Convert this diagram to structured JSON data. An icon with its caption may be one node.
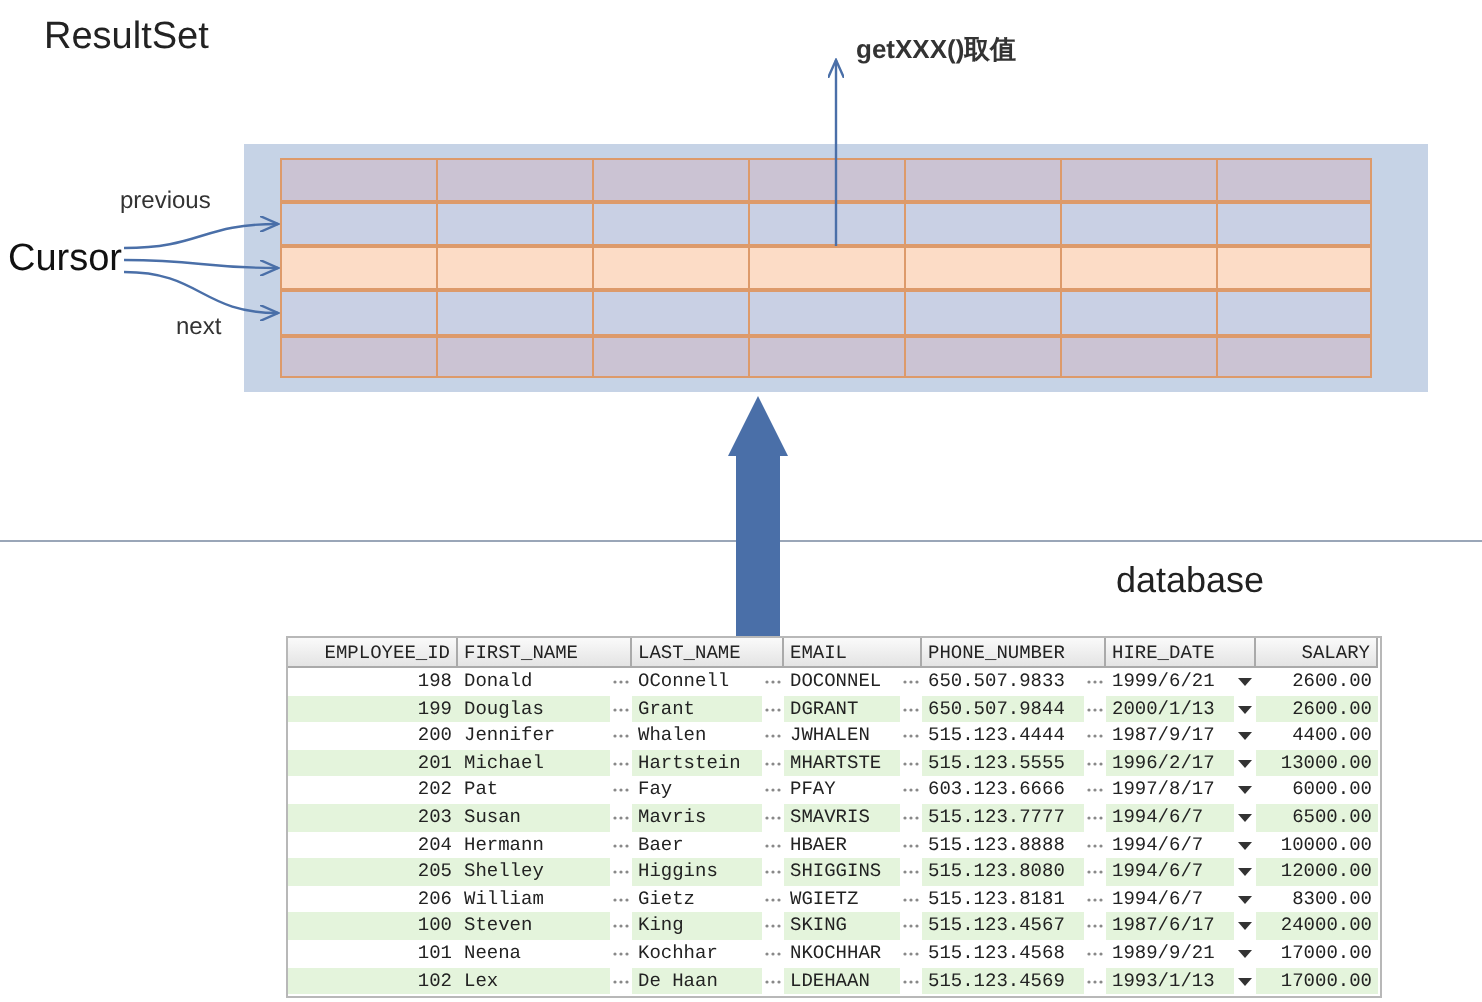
{
  "diagram": {
    "nodes": [
      {
        "text": [
          "ResultSet"
        ]
      },
      {
        "text": [],
        "shape": "bar",
        "in": 0
      },
      {
        "text": [],
        "shape": "bar",
        "in": 0
      },
      {
        "text": [],
        "shape": "bar",
        "in": 0
      },
      {
        "text": [],
        "shape": "bar",
        "in": 0
      },
      {
        "text": [],
        "shape": "bar",
        "in": 0
      },
      {
        "text": [
          "Cursor"
        ]
      },
      {
        "text": [],
        "shape": "table",
        "beside": [
          "database"
        ]
      }
    ],
    "edges": [
      {
        "from": 6,
        "to": 2,
        "arrow": "to",
        "label": "previous"
      },
      {
        "from": 6,
        "to": 3,
        "arrow": "to"
      },
      {
        "from": 6,
        "to": 4,
        "arrow": "to",
        "label": "next"
      },
      {
        "from": 3,
        "to": null,
        "arrow": "to",
        "label": "getXXX()取值"
      },
      {
        "from": 7,
        "to": 0,
        "arrow": "to",
        "style": "thick"
      }
    ],
    "labels": [
      "EMPLOYEE_ID",
      "FIRST_NAME",
      "LAST_NAME",
      "EMAIL",
      "PHONE_NUMBER",
      "HIRE_DATE",
      "SALARY",
      "198",
      "Donald",
      "OConnell",
      "DOCONNEL",
      "650.507.9833",
      "1999/6/21",
      "2600.00",
      "199",
      "Douglas",
      "Grant",
      "DGRANT",
      "650.507.9844",
      "2000/1/13",
      "2600.00",
      "200",
      "Jennifer",
      "Whalen",
      "JWHALEN",
      "515.123.4444",
      "1987/9/17",
      "4400.00",
      "201",
      "Michael",
      "Hartstein",
      "MHARTSTE",
      "515.123.5555",
      "1996/2/17",
      "13000.00",
      "202",
      "Pat",
      "Fay",
      "PFAY",
      "603.123.6666",
      "1997/8/17",
      "6000.00",
      "203",
      "Susan",
      "Mavris",
      "SMAVRIS",
      "515.123.7777",
      "1994/6/7",
      "6500.00",
      "204",
      "Hermann",
      "Baer",
      "HBAER",
      "515.123.8888",
      "1994/6/7",
      "10000.00",
      "205",
      "Shelley",
      "Higgins",
      "SHIGGINS",
      "515.123.8080",
      "1994/6/7",
      "12000.00",
      "206",
      "William",
      "Gietz",
      "WGIETZ",
      "515.123.8181",
      "1994/6/7",
      "8300.00",
      "100",
      "Steven",
      "King",
      "SKING",
      "515.123.4567",
      "1987/6/17",
      "24000.00",
      "101",
      "Neena",
      "Kochhar",
      "NKOCHHAR",
      "515.123.4568",
      "1989/9/21",
      "17000.00",
      "102",
      "Lex",
      "De Haan",
      "LDEHAAN",
      "515.123.4569",
      "1993/1/13",
      "17000.00"
    ]
  }
}
